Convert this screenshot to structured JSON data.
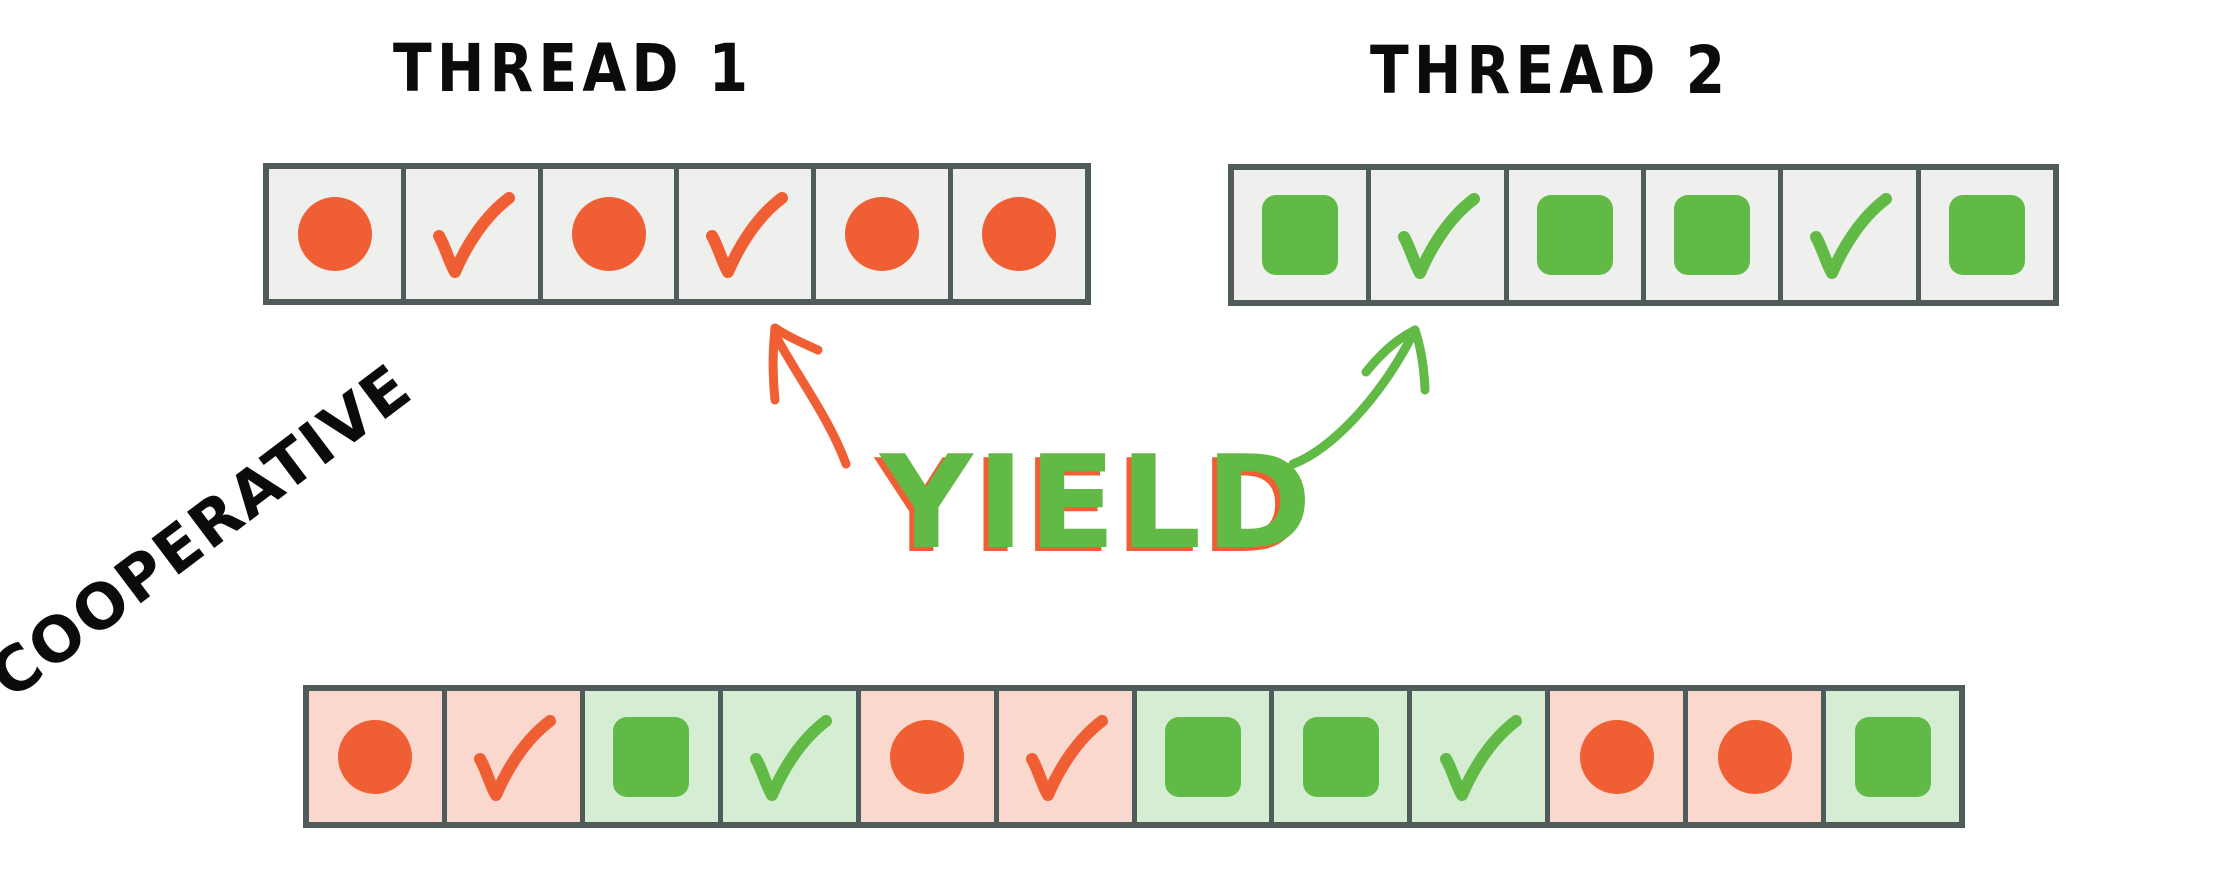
{
  "colors": {
    "thread1": "#f05f33",
    "thread2": "#62ba46",
    "border": "#505c5c",
    "cell_gray": "#efefed",
    "cell_red_tint": "#fbd8cd",
    "cell_green_tint": "#d5edd2",
    "text": "#0b0b0b"
  },
  "thread1": {
    "title": "THREAD 1",
    "cells": [
      "circle",
      "check",
      "circle",
      "check",
      "circle",
      "circle"
    ]
  },
  "thread2": {
    "title": "THREAD 2",
    "cells": [
      "square",
      "check",
      "square",
      "square",
      "check",
      "square"
    ]
  },
  "yield_label": "YIELD",
  "cooperative": {
    "label": "COOPERATIVE",
    "cells": [
      {
        "thread": 1,
        "shape": "circle"
      },
      {
        "thread": 1,
        "shape": "check"
      },
      {
        "thread": 2,
        "shape": "square"
      },
      {
        "thread": 2,
        "shape": "check"
      },
      {
        "thread": 1,
        "shape": "circle"
      },
      {
        "thread": 1,
        "shape": "check"
      },
      {
        "thread": 2,
        "shape": "square"
      },
      {
        "thread": 2,
        "shape": "square"
      },
      {
        "thread": 2,
        "shape": "check"
      },
      {
        "thread": 1,
        "shape": "circle"
      },
      {
        "thread": 1,
        "shape": "circle"
      },
      {
        "thread": 2,
        "shape": "square"
      }
    ]
  },
  "arrows": [
    {
      "from": "yield",
      "to": "thread1-cell-4-boundary",
      "color": "#f05f33"
    },
    {
      "from": "yield",
      "to": "thread2-cell-2-boundary",
      "color": "#62ba46"
    }
  ]
}
